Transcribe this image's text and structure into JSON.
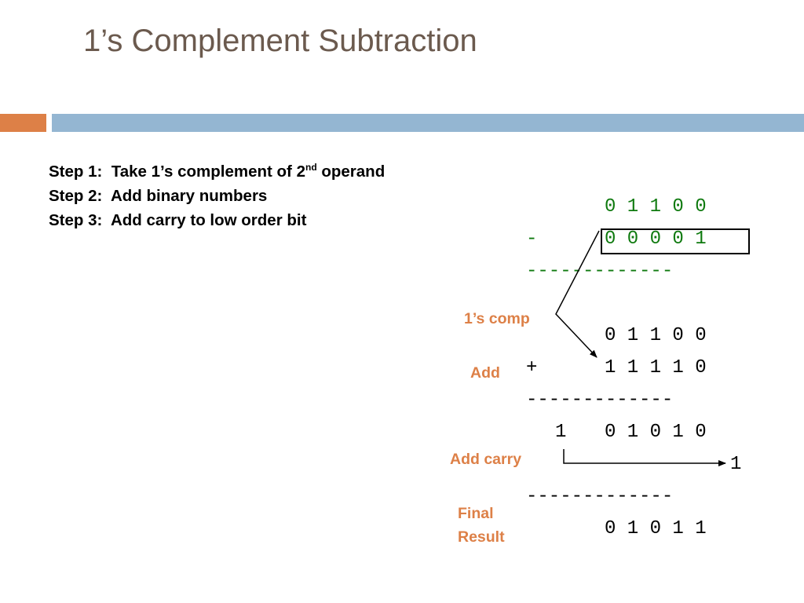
{
  "title": "1’s Complement Subtraction",
  "steps": [
    {
      "prefix": "Step 1:  ",
      "text": "Take 1’s complement of 2",
      "sup": "nd",
      "suffix": " operand"
    },
    {
      "prefix": "Step 2:  ",
      "text": "Add binary numbers"
    },
    {
      "prefix": "Step 3:  ",
      "text": "Add carry to low order bit"
    }
  ],
  "work": {
    "minuend": "0 1 1 0 0",
    "minus_sign": "-",
    "subtrahend": "0 0 0 0 1",
    "rule1": "-------------",
    "addend1": "0 1 1 0 0",
    "plus_sign": "+",
    "complement": "1 1 1 1 0",
    "rule2": "-------------",
    "carry_bit": "1",
    "sum": "0 1 0 1 0",
    "carry_added": "1",
    "rule3": "-------------",
    "result": "0 1 0 1 1"
  },
  "labels": {
    "ones_comp": "1’s comp",
    "add": "Add",
    "add_carry": "Add carry",
    "final_line1": "Final",
    "final_line2": "Result"
  },
  "colors": {
    "title": "#6b5a4e",
    "accent_orange": "#dd8047",
    "accent_blue": "#94b6d2",
    "green_digits": "#0f7a0f"
  }
}
